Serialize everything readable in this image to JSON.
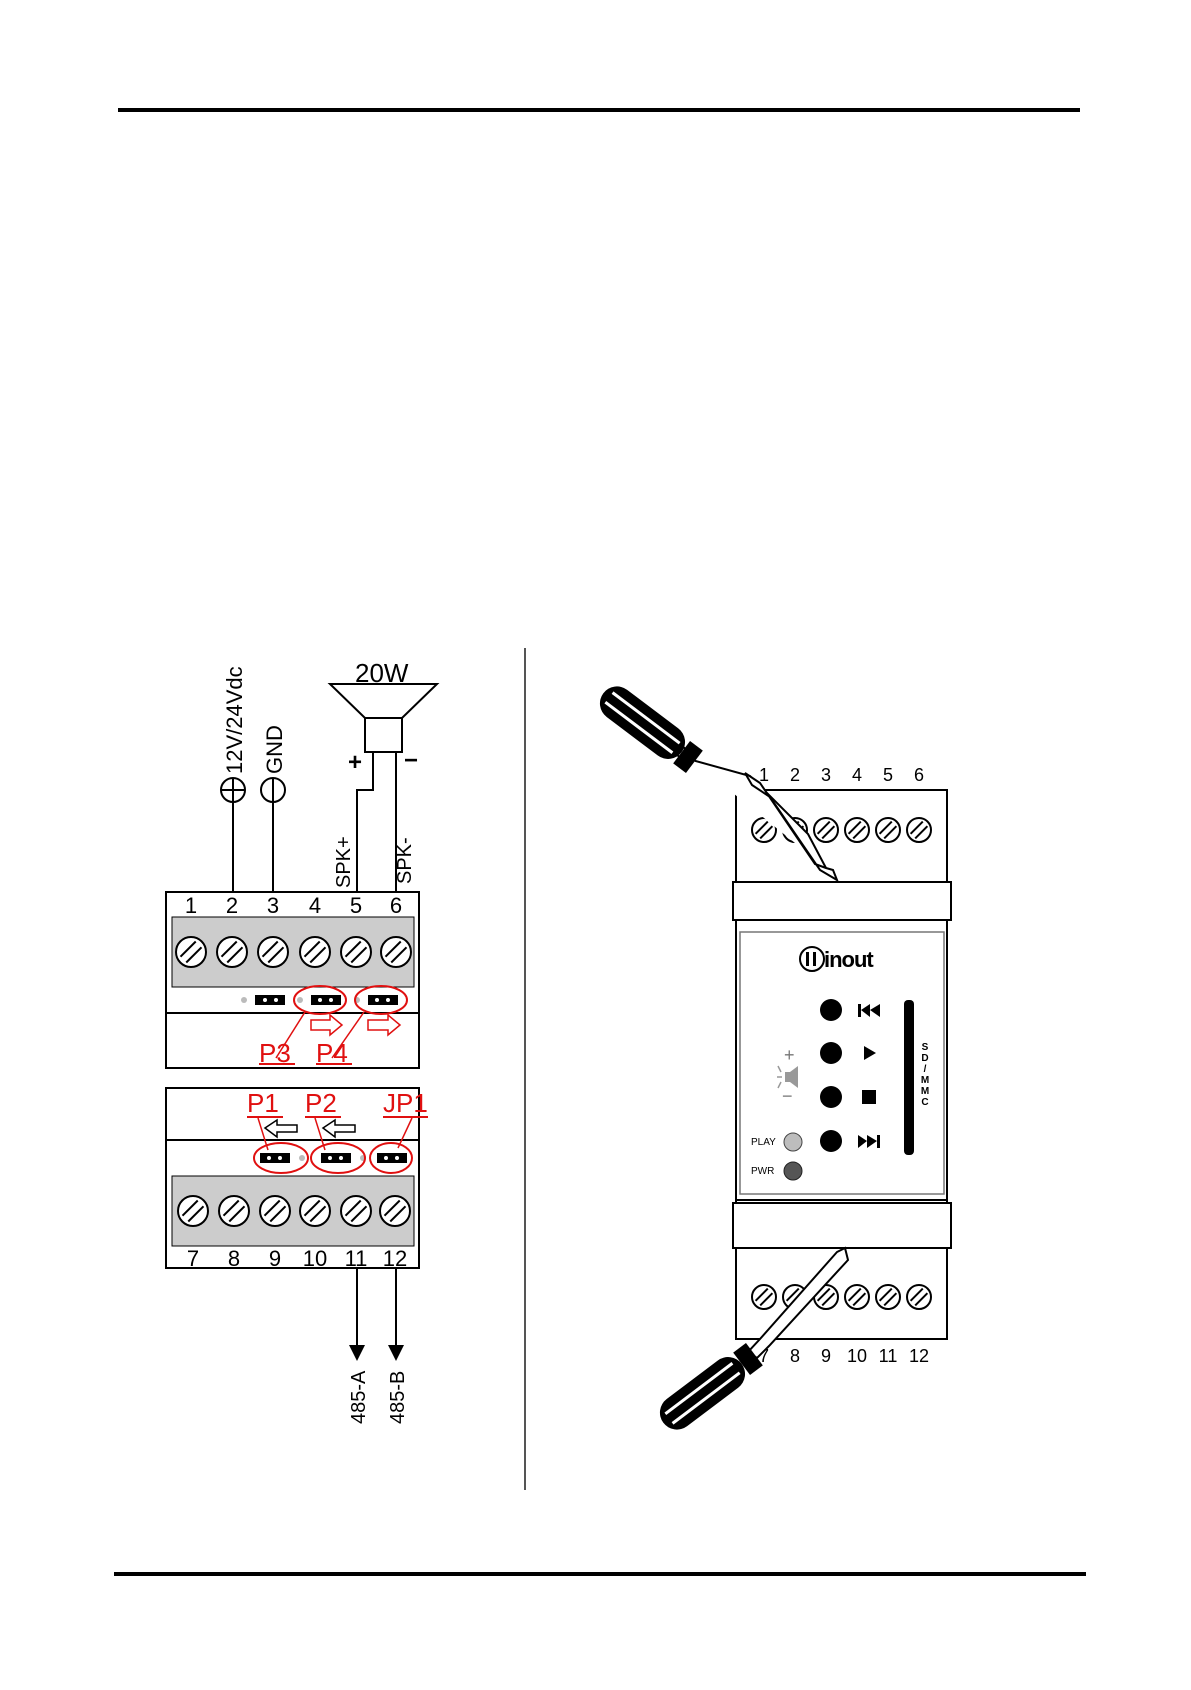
{
  "wiring": {
    "supply_label": "12V/24Vdc",
    "gnd_label": "GND",
    "speaker_power": "20W",
    "speaker_plus": "+",
    "speaker_minus": "−",
    "spk_plus_label": "SPK+",
    "spk_minus_label": "SPK-",
    "top_terminals": [
      "1",
      "2",
      "3",
      "4",
      "5",
      "6"
    ],
    "bottom_terminals": [
      "7",
      "8",
      "9",
      "10",
      "11",
      "12"
    ],
    "jumpers": {
      "p3": "P3",
      "p4": "P4",
      "p1": "P1",
      "p2": "P2",
      "jp1": "JP1"
    },
    "bus_a": "485-A",
    "bus_b": "485-B"
  },
  "device": {
    "logo": "inout",
    "top_terminals": [
      "1",
      "2",
      "3",
      "4",
      "5",
      "6"
    ],
    "bottom_terminals": [
      "7",
      "8",
      "9",
      "10",
      "11",
      "12"
    ],
    "volume_plus": "+",
    "volume_minus": "−",
    "led_play": "PLAY",
    "led_pwr": "PWR",
    "sd_slot_label": [
      "S",
      "D",
      "/",
      "M",
      "M",
      "C"
    ],
    "buttons": [
      "previous-icon",
      "play-icon",
      "stop-icon",
      "next-icon"
    ]
  },
  "colors": {
    "annotation": "#e01010",
    "terminal_block": "#cccccc",
    "led_play": "#bdbdbd",
    "led_pwr": "#555555"
  }
}
